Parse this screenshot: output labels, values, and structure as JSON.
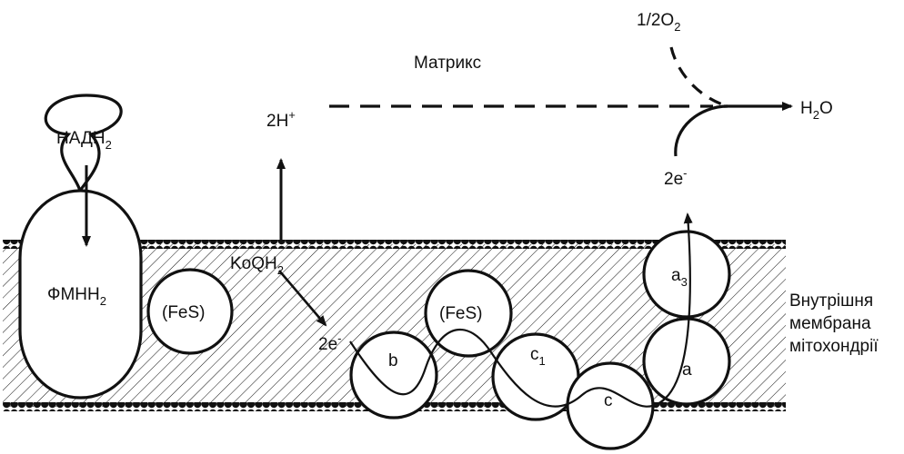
{
  "labels": {
    "matrix": "Матрикс",
    "half_o2": {
      "base": "1/2O",
      "sub": "2"
    },
    "water": {
      "pre": "H",
      "sub": "2",
      "post": "O"
    },
    "protons": {
      "base": "2H",
      "sup": "+"
    },
    "nadh": {
      "base": "НАДН",
      "sub": "2"
    },
    "fmnh": {
      "base": "ФМНН",
      "sub": "2"
    },
    "fes_left": "(FeS)",
    "coq": {
      "base": "KoQH",
      "sub": "2"
    },
    "electrons_left": {
      "base": "2e",
      "sup": "-"
    },
    "electrons_right": {
      "base": "2e",
      "sup": "-"
    },
    "fes_middle": "(FeS)",
    "cyt_b": "b",
    "cyt_c1": {
      "base": "c",
      "sub": "1"
    },
    "cyt_c": "c",
    "cyt_a": "a",
    "cyt_a3": {
      "base": "a",
      "sub": "3"
    },
    "membrane": [
      "Внутрішня",
      "мембрана",
      "мітохондрії"
    ]
  },
  "colors": {
    "ink": "#111111",
    "background": "#ffffff"
  }
}
